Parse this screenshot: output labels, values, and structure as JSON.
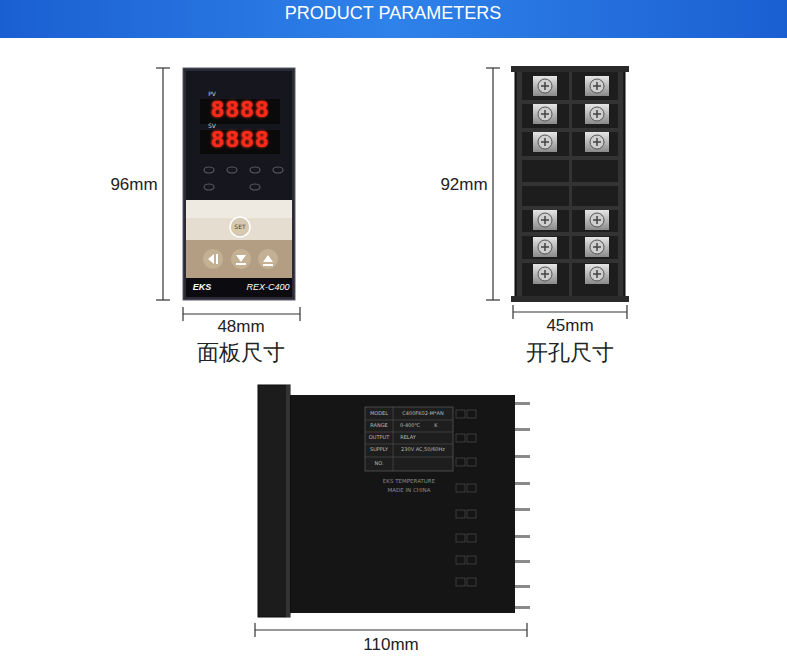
{
  "diagram": {
    "title": "PRODUCT PARAMETERS",
    "labels": [
      "96mm",
      "48mm",
      "面板尺寸",
      "92mm",
      "45mm",
      "开孔尺寸",
      "110mm",
      "PV",
      "8888",
      "SV",
      "8888",
      "SET",
      "EKS",
      "REX-C400",
      "MODEL",
      "C400FK02-M*AN",
      "RANGE",
      "0-400℃",
      "K",
      "OUTPUT",
      "RELAY",
      "SUPPLY",
      "230V AC,50/60Hz",
      "NO.",
      "EKS TEMPERATURE",
      "MADE IN CHINA"
    ]
  }
}
